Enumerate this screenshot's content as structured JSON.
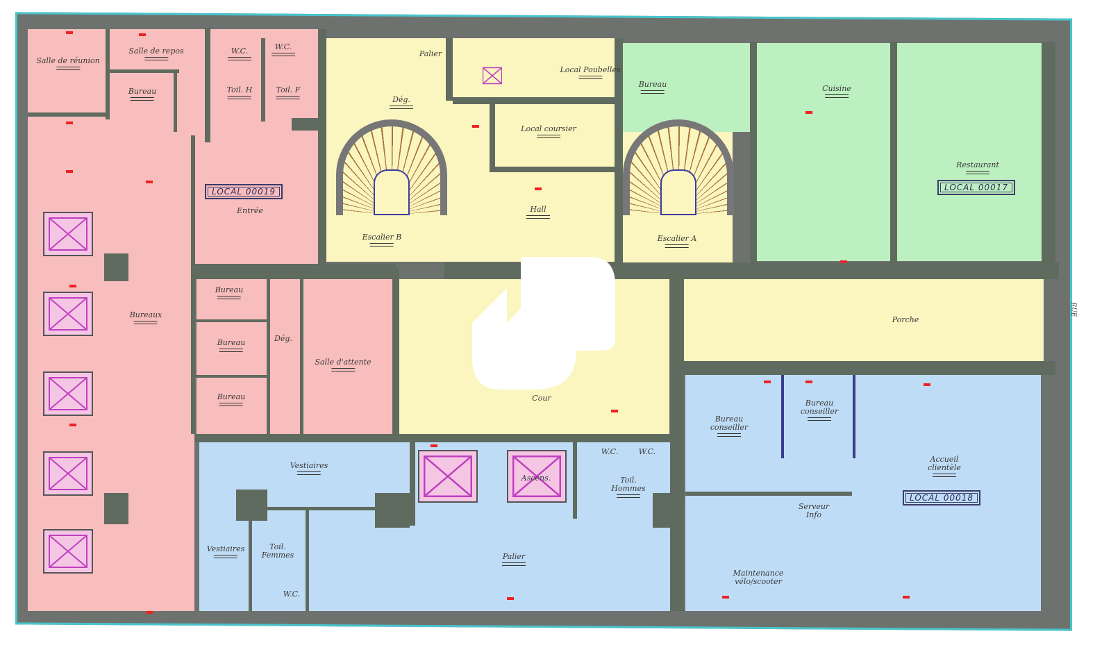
{
  "plan": {
    "locals": [
      {
        "id": "LOCAL 00019",
        "zone": "pink"
      },
      {
        "id": "LOCAL 00017",
        "zone": "green"
      },
      {
        "id": "LOCAL 00018",
        "zone": "blue"
      }
    ],
    "rooms": {
      "salle_reunion": "Salle de réunion",
      "salle_repos": "Salle de repos",
      "bureau_top": "Bureau",
      "wc1": "W.C.",
      "wc2": "W.C.",
      "toil_h_top": "Toil. H",
      "toil_f_top": "Toil. F",
      "entree": "Entrée",
      "bureaux_left": "Bureaux",
      "bureau_a": "Bureau",
      "bureau_b": "Bureau",
      "bureau_c": "Bureau",
      "deg_mid": "Dég.",
      "salle_attente": "Salle d'attente",
      "palier": "Palier",
      "deg_top": "Dég.",
      "local_poubelles": "Local Poubelles",
      "local_coursier": "Local coursier",
      "hall": "Hall",
      "escalier_b": "Escalier B",
      "escalier_a": "Escalier A",
      "bureau_green": "Bureau",
      "cuisine": "Cuisine",
      "restaurant": "Restaurant",
      "porche": "Porche",
      "cour": "Cour",
      "vestiaires_top": "Vestiaires",
      "vestiaires_bottom": "Vestiaires",
      "toil_femmes": "Toil. Femmes",
      "wc3": "W.C.",
      "ascenseur": "Ascens.",
      "wc4": "W.C.",
      "wc5": "W.C.",
      "toil_hommes": "Toil. Hommes",
      "palier_blue": "Palier",
      "bureau_conseiller_1": "Bureau conseiller",
      "bureau_conseiller_2": "Bureau conseiller",
      "accueil_clientele": "Accueil clientèle",
      "serveur_info": "Serveur Info",
      "maintenance": "Maintenance vélo/scooter"
    },
    "street_label": "RUE",
    "colors": {
      "pink": "#f8bdbd",
      "yellow": "#fbf5bf",
      "green": "#bdf0c0",
      "blue": "#bfdcf6",
      "wall": "#5f6b5f",
      "outline": "#49c4cc"
    }
  }
}
